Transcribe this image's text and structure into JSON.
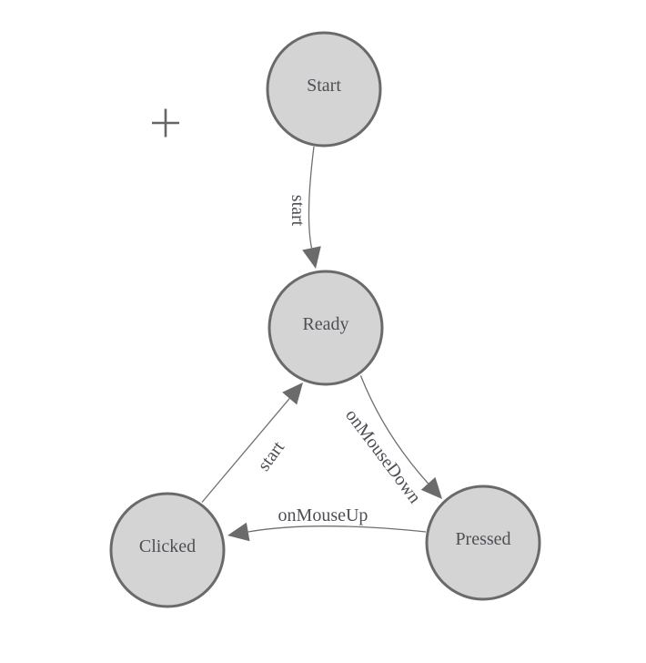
{
  "app": {
    "background": "#ffffff"
  },
  "diagram": {
    "type": "state-machine",
    "colors": {
      "node_fill": "#d4d4d4",
      "node_stroke": "#6a6a6a",
      "edge_line": "#707070",
      "arrow_fill": "#6b6b6b",
      "label_text": "#4e4f55",
      "crosshair": "#666666"
    },
    "icons": {
      "crosshair": "plus-crosshair"
    },
    "nodes": [
      {
        "id": "start",
        "label": "Start"
      },
      {
        "id": "ready",
        "label": "Ready"
      },
      {
        "id": "clicked",
        "label": "Clicked"
      },
      {
        "id": "pressed",
        "label": "Pressed"
      }
    ],
    "edges": [
      {
        "from": "Start",
        "to": "Ready",
        "label": "start"
      },
      {
        "from": "Clicked",
        "to": "Ready",
        "label": "start"
      },
      {
        "from": "Ready",
        "to": "Pressed",
        "label": "onMouseDown"
      },
      {
        "from": "Pressed",
        "to": "Clicked",
        "label": "onMouseUp"
      }
    ]
  }
}
